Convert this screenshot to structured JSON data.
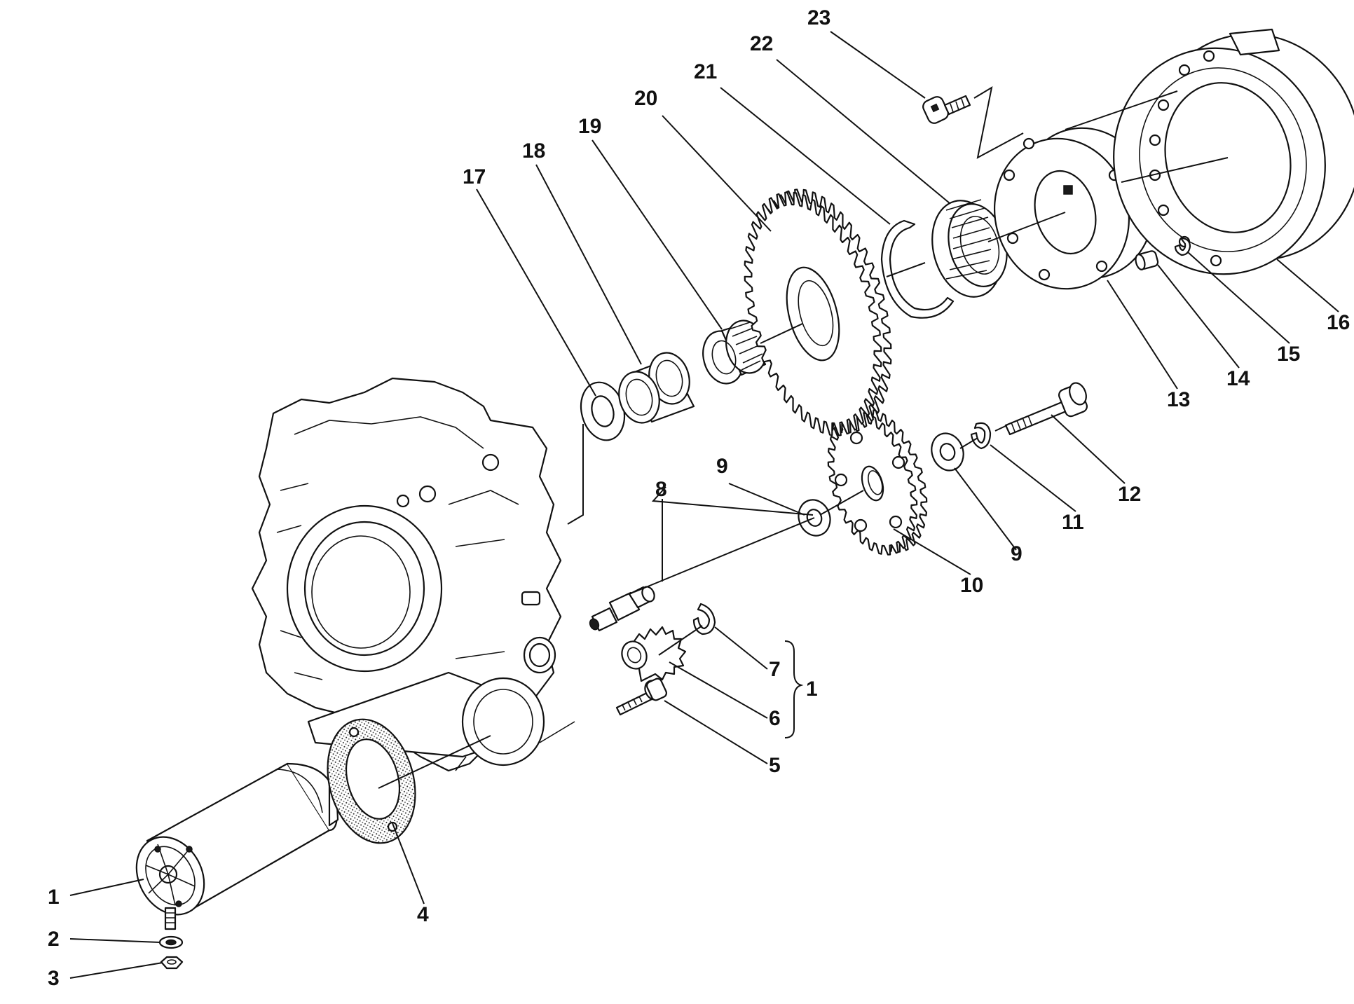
{
  "labels": {
    "l1a": "1",
    "l1b": "1",
    "l2": "2",
    "l3": "3",
    "l4": "4",
    "l5": "5",
    "l6": "6",
    "l7": "7",
    "l8": "8",
    "l9a": "9",
    "l9b": "9",
    "l10": "10",
    "l11": "11",
    "l12": "12",
    "l13": "13",
    "l14": "14",
    "l15": "15",
    "l16": "16",
    "l17": "17",
    "l18": "18",
    "l19": "19",
    "l20": "20",
    "l21": "21",
    "l22": "22",
    "l23": "23"
  }
}
